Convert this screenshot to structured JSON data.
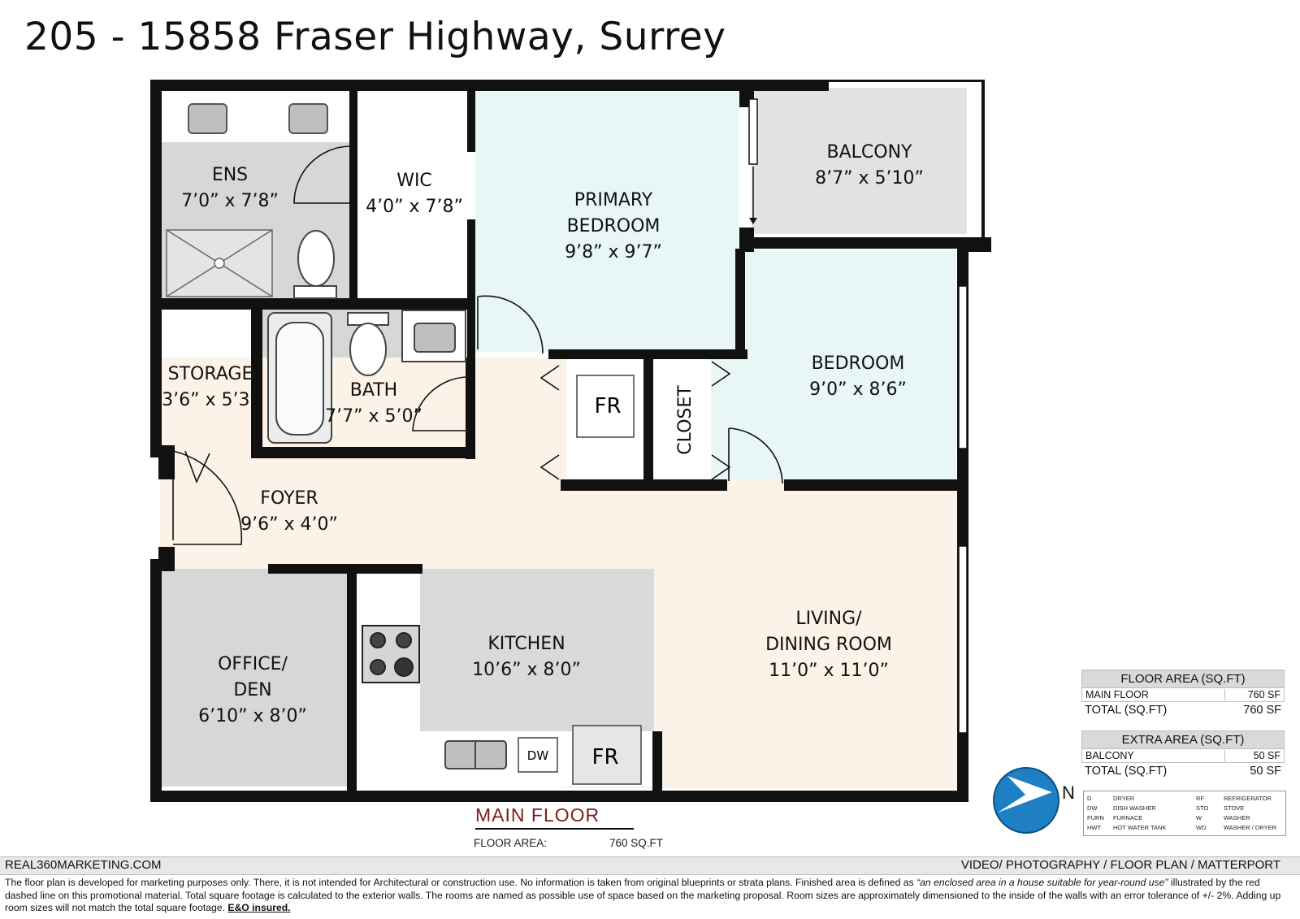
{
  "title": "205 - 15858 Fraser Highway, Surrey",
  "rooms": {
    "ens": {
      "name": "ENS",
      "dim": "7’0” x 7’8”"
    },
    "wic": {
      "name": "WIC",
      "dim": "4’0” x 7’8”"
    },
    "primary_bedroom": {
      "name1": "PRIMARY",
      "name2": "BEDROOM",
      "dim": "9’8” x 9’7”"
    },
    "balcony": {
      "name": "BALCONY",
      "dim": "8’7” x 5’10”"
    },
    "storage": {
      "name": "STORAGE",
      "dim": "3’6” x 5’3”"
    },
    "bath": {
      "name": "BATH",
      "dim": "7’7” x 5’0”"
    },
    "bedroom": {
      "name": "BEDROOM",
      "dim": "9’0” x 8’6”"
    },
    "closet": {
      "name": "CLOSET"
    },
    "fr_upper": "FR",
    "foyer": {
      "name": "FOYER",
      "dim": "9’6” x 4’0”"
    },
    "kitchen": {
      "name": "KITCHEN",
      "dim": "10’6” x 8’0”"
    },
    "office": {
      "name1": "OFFICE/",
      "name2": "DEN",
      "dim": "6’10” x 8’0”"
    },
    "living": {
      "name1": "LIVING/",
      "name2": "DINING ROOM",
      "dim": "11’0” x 11’0”"
    },
    "fr_kitchen": "FR",
    "dw": "DW"
  },
  "main_floor": {
    "label": "MAIN FLOOR",
    "area_label": "FLOOR AREA:",
    "area_value": "760 SQ.FT"
  },
  "floor_area_table": {
    "header": "FLOOR AREA (SQ.FT)",
    "rows": [
      {
        "label": "MAIN FLOOR",
        "value": "760 SF"
      }
    ],
    "total_label": "TOTAL (SQ.FT)",
    "total_value": "760 SF"
  },
  "extra_area_table": {
    "header": "EXTRA AREA (SQ.FT)",
    "rows": [
      {
        "label": "BALCONY",
        "value": "50 SF"
      }
    ],
    "total_label": "TOTAL (SQ.FT)",
    "total_value": "50 SF"
  },
  "north_label": "N",
  "legend": [
    {
      "code": "D",
      "text": "DRYER"
    },
    {
      "code": "DW",
      "text": "DISH WASHER"
    },
    {
      "code": "FURN",
      "text": "FURNACE"
    },
    {
      "code": "HWT",
      "text": "HOT WATER TANK"
    },
    {
      "code": "RF",
      "text": "REFRIGERATOR"
    },
    {
      "code": "STO",
      "text": "STOVE"
    },
    {
      "code": "W",
      "text": "WASHER"
    },
    {
      "code": "WD",
      "text": "WASHER / DRYER"
    }
  ],
  "footer": {
    "left": "REAL360MARKETING.COM",
    "right": "VIDEO/ PHOTOGRAPHY / FLOOR PLAN / MATTERPORT"
  },
  "disclaimer": {
    "part1": "The floor plan is developed for marketing purposes only. There, it is not intended for Architectural or construction use. No information is  taken from original blueprints or strata plans. Finished area is defined as ",
    "quote": "“an enclosed area in a house suitable for year-round use”",
    "part2": " illustrated by the red dashed line on this promotional material. Total square footage is calculated to the exterior walls. The rooms are named as possible use of space based on the marketing proposal. Room sizes are approximately dimensioned to the inside of the walls with an error tolerance of +/- 2%. Adding up room sizes will not match the total square footage. ",
    "eo": "E&O insured."
  },
  "colors": {
    "wall": "#111111",
    "grey_room": "#d7d7d7",
    "mint_room": "#e9f6f6",
    "cream_room": "#fcf2e8",
    "title_red": "#7a1e1e",
    "compass_blue": "#1e7fc4"
  }
}
